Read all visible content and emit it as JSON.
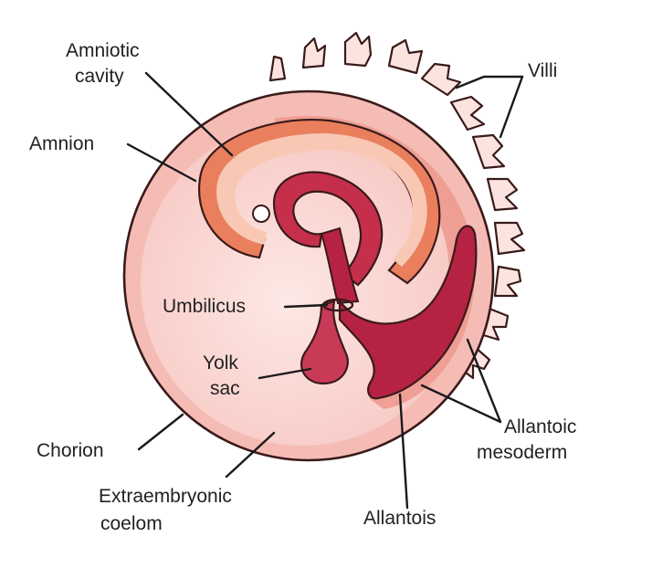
{
  "diagram": {
    "labels": {
      "amniotic_cavity": [
        "Amniotic",
        "cavity"
      ],
      "amnion": "Amnion",
      "villi": "Villi",
      "umbilicus": "Umbilicus",
      "yolk_sac": [
        "Yolk",
        "sac"
      ],
      "chorion": "Chorion",
      "extraembryonic_coelom": [
        "Extraembryonic",
        "coelom"
      ],
      "allantoic_mesoderm": [
        "Allantoic",
        "mesoderm"
      ],
      "allantois": "Allantois"
    },
    "colors": {
      "chorion_fill": "#f7c4c0",
      "coelom_fill": "#fbdcd8",
      "amnion": "#ea7f5e",
      "amniotic_cavity": "#f8c2ae",
      "embryo": "#b62242",
      "embryo_light": "#d94a63",
      "mesoderm": "#ec9489",
      "outline": "#3a1a1a"
    }
  }
}
